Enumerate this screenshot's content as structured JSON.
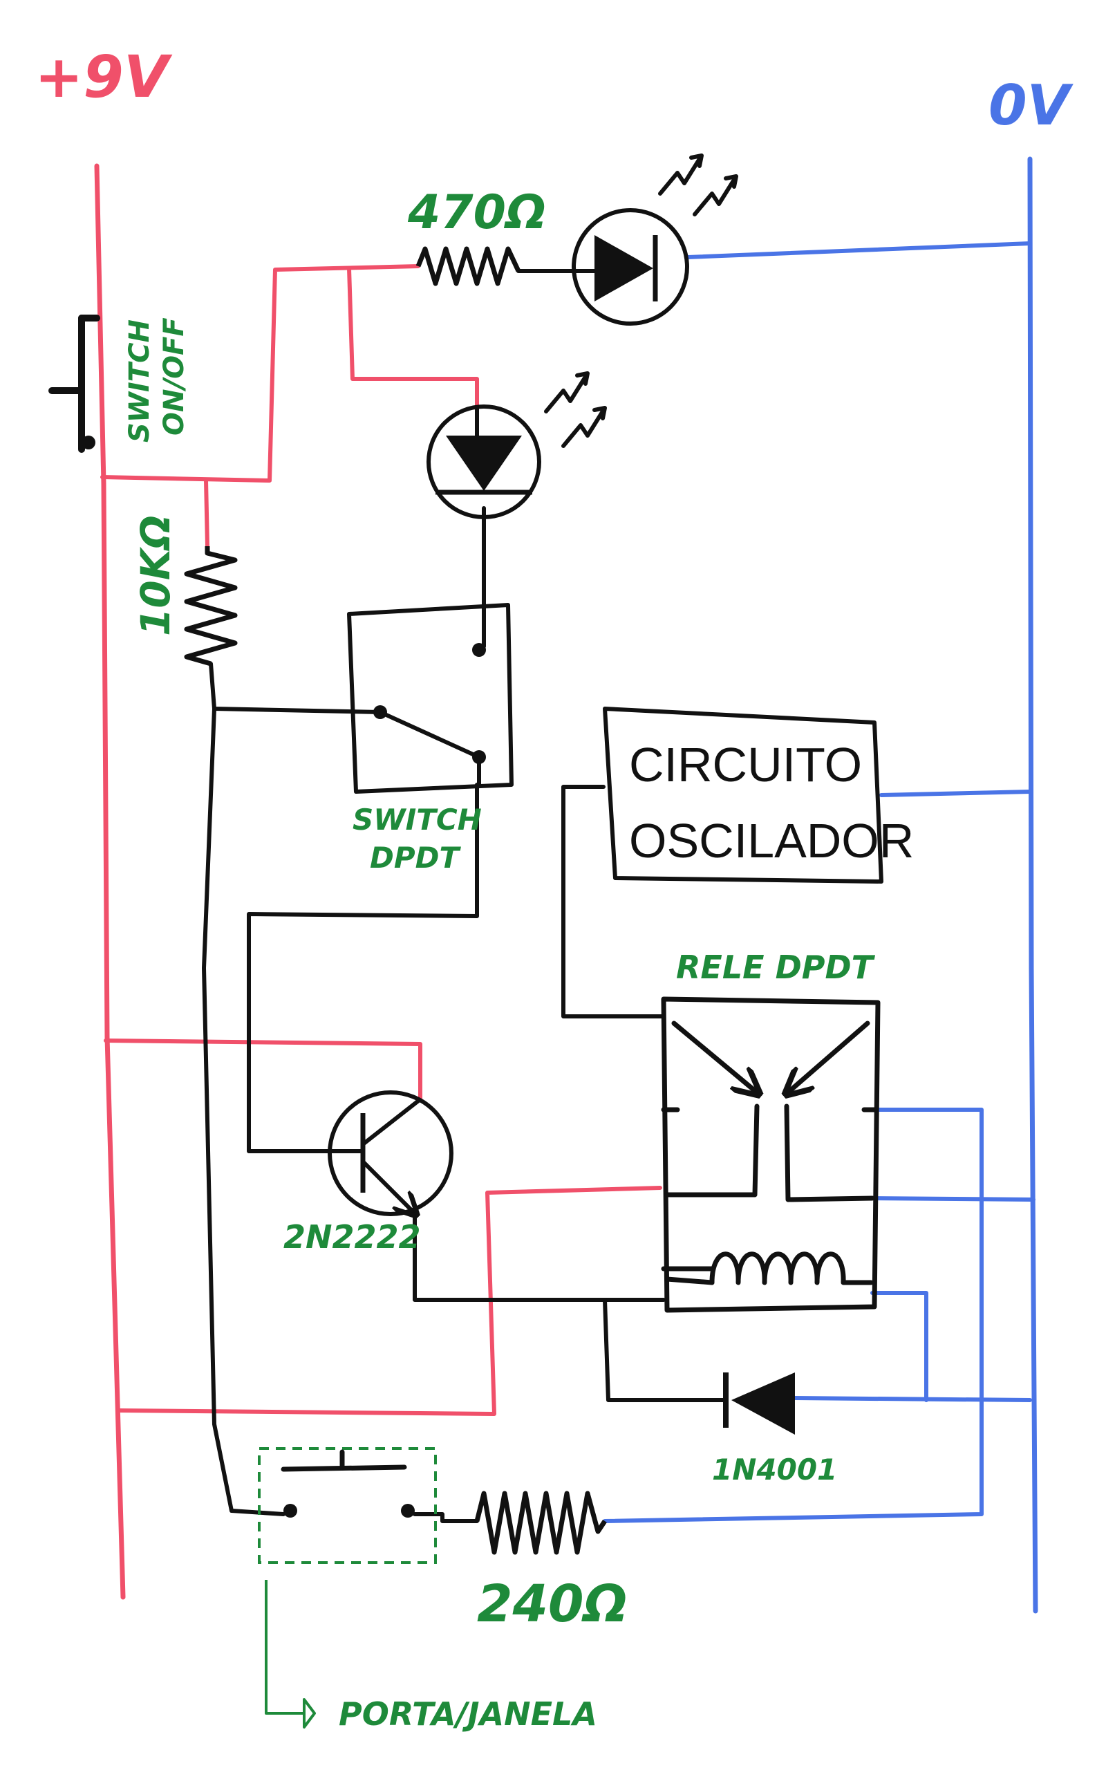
{
  "colors": {
    "positive": "#f0506a",
    "ground": "#4a74e6",
    "wire": "#111111",
    "label": "#1e8a3a",
    "background": "#ffffff"
  },
  "rails": {
    "positive_label": "+9V",
    "ground_label": "0V"
  },
  "components": {
    "switch_onoff": {
      "label_line1": "SWITCH",
      "label_line2": "ON/OFF"
    },
    "resistor_470": {
      "label": "470Ω"
    },
    "resistor_10k": {
      "label": "10KΩ"
    },
    "switch_dpdt": {
      "label_line1": "SWITCH",
      "label_line2": "DPDT"
    },
    "oscillator": {
      "label_line1": "CIRCUITO",
      "label_line2": "OSCILADOR"
    },
    "relay": {
      "label": "RELE DPDT"
    },
    "transistor": {
      "label": "2N2222"
    },
    "diode": {
      "label": "1N4001"
    },
    "resistor_240": {
      "label": "240Ω"
    },
    "door_sensor": {
      "label": "PORTA/JANELA"
    }
  }
}
